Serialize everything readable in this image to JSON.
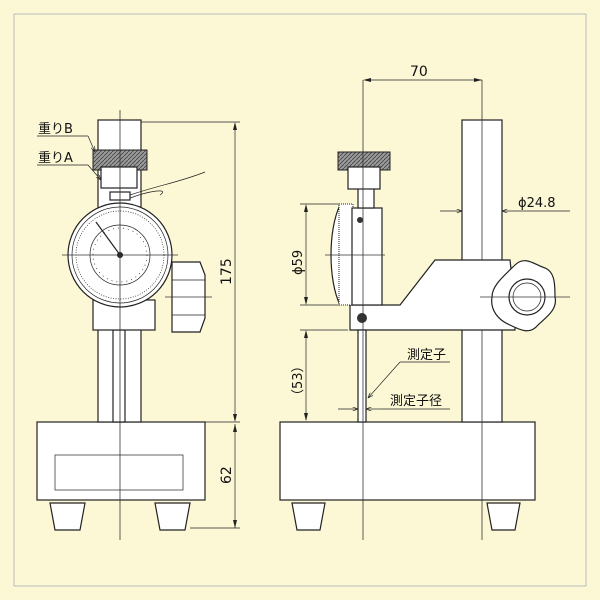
{
  "front_view": {
    "labels": {
      "weight_b": "重りB",
      "weight_a": "重りA"
    },
    "dimensions": {
      "height_total": "175",
      "base_height": "62"
    }
  },
  "side_view": {
    "labels": {
      "probe": "測定子",
      "probe_diameter": "測定子径"
    },
    "dimensions": {
      "reach": "70",
      "column_diameter": "ϕ24.8",
      "dial_diameter": "ϕ59",
      "probe_length": "（53）"
    }
  },
  "colors": {
    "background": "#fcf8d6",
    "line": "#222222"
  }
}
